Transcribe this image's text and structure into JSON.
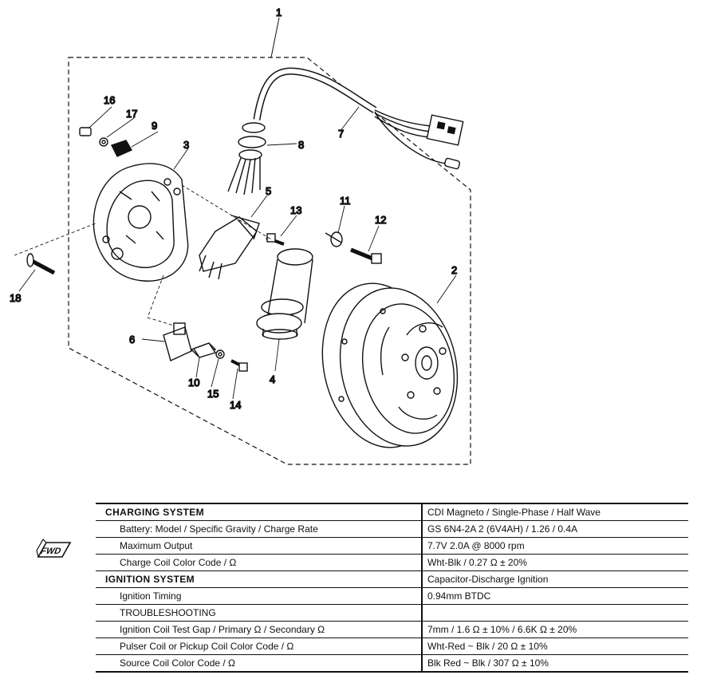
{
  "callouts": {
    "c1": "1",
    "c2": "2",
    "c3": "3",
    "c4": "4",
    "c5": "5",
    "c6": "6",
    "c7": "7",
    "c8": "8",
    "c9": "9",
    "c10": "10",
    "c11": "11",
    "c12": "12",
    "c13": "13",
    "c14": "14",
    "c15": "15",
    "c16": "16",
    "c17": "17",
    "c18": "18"
  },
  "fwd_label": "FWD",
  "spec_rows": [
    {
      "label": "CHARGING SYSTEM",
      "value": "CDI Magneto / Single-Phase / Half Wave",
      "style": "head"
    },
    {
      "label": "Battery: Model / Specific Gravity / Charge Rate",
      "value": "GS 6N4-2A 2 (6V4AH) / 1.26 / 0.4A",
      "style": "indent"
    },
    {
      "label": "Maximum Output",
      "value": "7.7V 2.0A @ 8000 rpm",
      "style": "indent"
    },
    {
      "label": "Charge Coil Color Code / Ω",
      "value": "Wht-Blk / 0.27 Ω ± 20%",
      "style": "indent"
    },
    {
      "label": "IGNITION SYSTEM",
      "value": "Capacitor-Discharge Ignition",
      "style": "head"
    },
    {
      "label": "Ignition Timing",
      "value": "0.94mm BTDC",
      "style": "indent"
    },
    {
      "label": "TROUBLESHOOTING",
      "value": "",
      "style": "indent"
    },
    {
      "label": "Ignition Coil Test Gap / Primary Ω / Secondary Ω",
      "value": "7mm / 1.6 Ω ± 10% / 6.6K Ω ± 20%",
      "style": "indent"
    },
    {
      "label": "Pulser Coil or Pickup Coil Color Code / Ω",
      "value": "Wht-Red ~ Blk / 20 Ω ± 10%",
      "style": "indent"
    },
    {
      "label": "Source Coil Color Code / Ω",
      "value": "Blk Red ~ Blk / 307 Ω ± 10%",
      "style": "indent"
    }
  ]
}
